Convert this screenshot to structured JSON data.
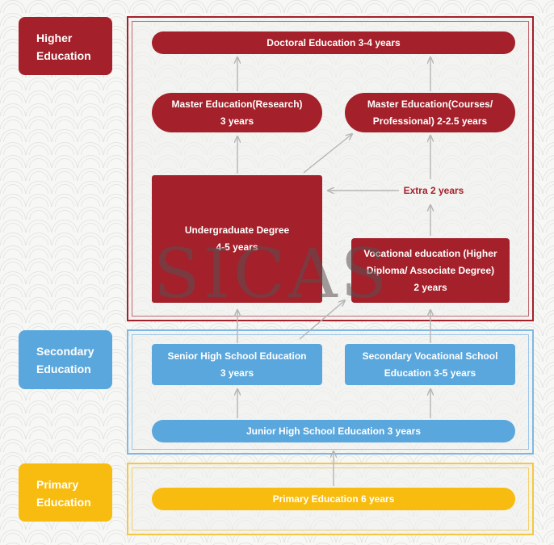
{
  "levels": {
    "higher": "Higher Education",
    "secondary": "Secondary Education",
    "primary": "Primary Education"
  },
  "nodes": {
    "doctoral": "Doctoral Education 3-4 years",
    "master_research": [
      "Master Education(Research)",
      "3 years"
    ],
    "master_courses": [
      "Master Education(Courses/",
      "Professional) 2-2.5 years"
    ],
    "undergraduate": [
      "Undergraduate Degree",
      "4-5 years"
    ],
    "extra": "Extra 2 years",
    "vocational": [
      "Vocational education (Higher",
      "Diploma/ Associate Degree)",
      "2 years"
    ],
    "senior_high": [
      "Senior High School Education",
      "3 years"
    ],
    "secondary_vocational": [
      "Secondary Vocational School",
      "Education 3-5 years"
    ],
    "junior_high": "Junior High School Education 3 years",
    "primary_edu": "Primary Education 6 years"
  },
  "watermark": "SICAS",
  "colors": {
    "higher": "#a4202a",
    "secondary": "#5aa7dd",
    "primary": "#f7bc0f",
    "arrow": "#b5b5b5"
  }
}
